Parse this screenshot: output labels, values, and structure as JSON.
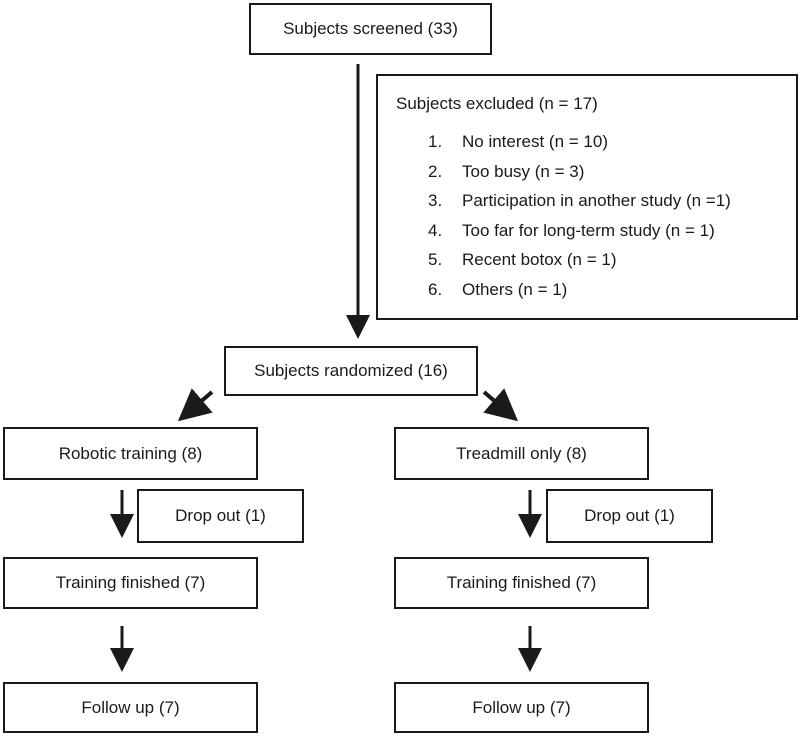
{
  "screened": "Subjects screened (33)",
  "excluded": {
    "title": "Subjects excluded (n = 17)",
    "items": [
      {
        "num": "1.",
        "text": "No interest (n = 10)"
      },
      {
        "num": "2.",
        "text": "Too busy (n = 3)"
      },
      {
        "num": "3.",
        "text": "Participation in another study (n =1)"
      },
      {
        "num": "4.",
        "text": "Too far for long-term study (n = 1)"
      },
      {
        "num": "5.",
        "text": "Recent botox (n = 1)"
      },
      {
        "num": "6.",
        "text": "Others (n = 1)"
      }
    ]
  },
  "randomized": "Subjects randomized (16)",
  "arms": [
    {
      "group": "Robotic training (8)",
      "dropout": "Drop out (1)",
      "finished": "Training finished (7)",
      "followup": "Follow up (7)"
    },
    {
      "group": "Treadmill only (8)",
      "dropout": "Drop out (1)",
      "finished": "Training finished (7)",
      "followup": "Follow up (7)"
    }
  ]
}
